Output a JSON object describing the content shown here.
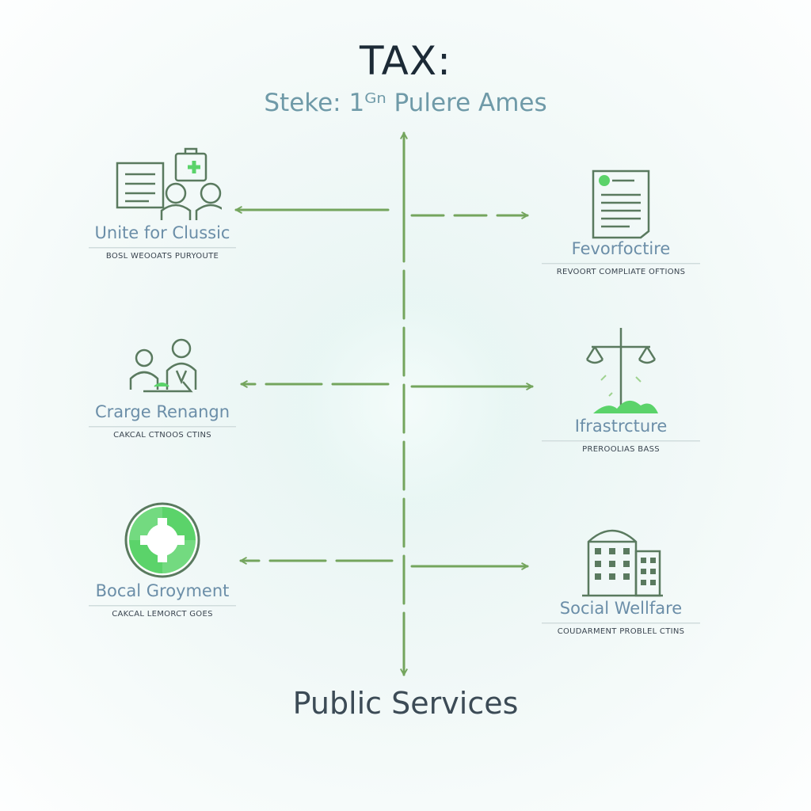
{
  "colors": {
    "accent": "#74a55d",
    "icon_stroke": "#5a7a5f",
    "icon_fill": "#5bd36a",
    "label": "#6b8ea8"
  },
  "header": {
    "title": "TAX:",
    "subtitle": "Steke: 1ᴳⁿ Pulere Ames"
  },
  "footer": {
    "label": "Public Services"
  },
  "nodes": [
    {
      "id": "left-1",
      "icon": "document-people-medical-icon",
      "label": "Unite for Clussic",
      "caption": "BOSL WEOOATS PURYOUTE"
    },
    {
      "id": "left-2",
      "icon": "people-meeting-icon",
      "label": "Crarge Renangn",
      "caption": "CAKCAL CTNOOS CTINS"
    },
    {
      "id": "left-3",
      "icon": "health-cross-circle-icon",
      "label": "Bocal Groyment",
      "caption": "CAKCAL LEMORCT GOES"
    },
    {
      "id": "right-1",
      "icon": "report-document-icon",
      "label": "Fevorfoctire",
      "caption": "REVOORT COMPLIATE OFTIONS"
    },
    {
      "id": "right-2",
      "icon": "balance-scale-icon",
      "label": "Ifrastrcture",
      "caption": "PREROOLIAS BASS"
    },
    {
      "id": "right-3",
      "icon": "buildings-icon",
      "label": "Social Wellfare",
      "caption": "COUDARMENT PROBLEL CTINS"
    }
  ]
}
